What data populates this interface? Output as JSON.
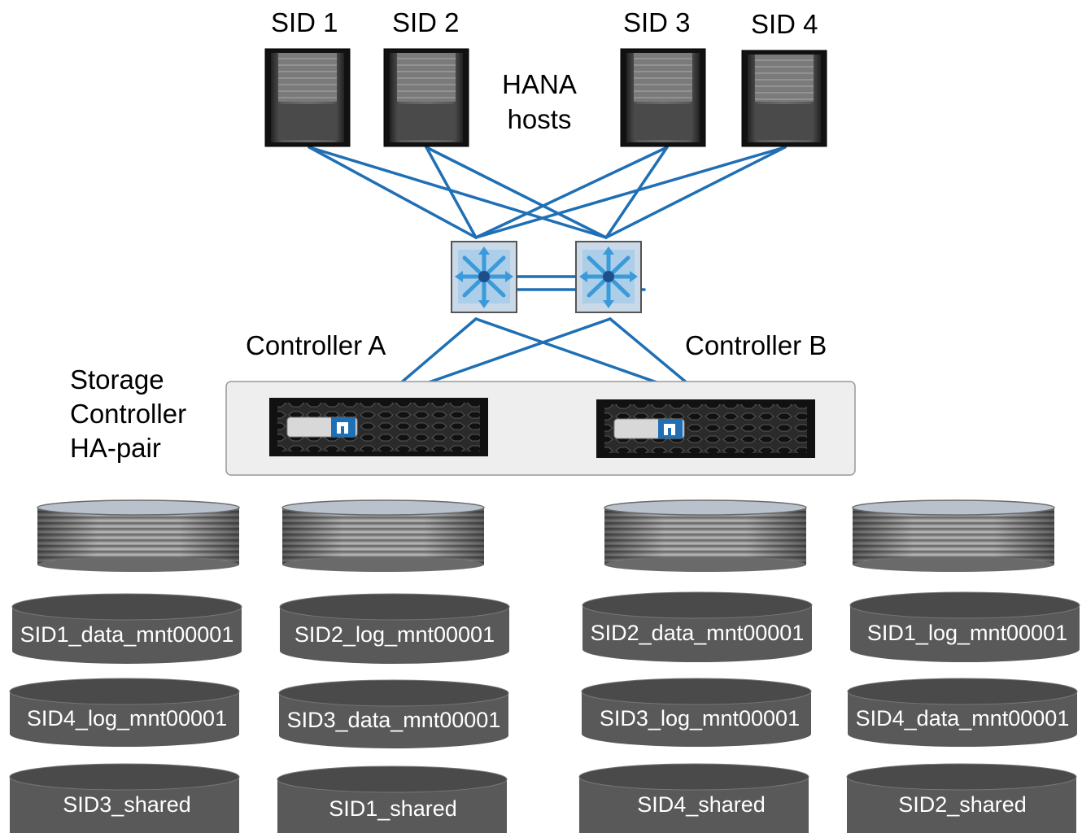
{
  "hosts": {
    "labels": [
      "SID 1",
      "SID 2",
      "SID 3",
      "SID 4"
    ],
    "caption_line1": "HANA",
    "caption_line2": "hosts"
  },
  "controllers": {
    "a_label": "Controller A",
    "b_label": "Controller B"
  },
  "storage": {
    "line1": "Storage",
    "line2": "Controller",
    "line3": "HA-pair"
  },
  "volumes": {
    "row1": [
      "SID1_data_mnt00001",
      "SID2_log_mnt00001",
      "SID2_data_mnt00001",
      "SID1_log_mnt00001"
    ],
    "row2": [
      "SID4_log_mnt00001",
      "SID3_data_mnt00001",
      "SID3_log_mnt00001",
      "SID4_data_mnt00001"
    ],
    "row3": [
      "SID3_shared",
      "SID1_shared",
      "SID4_shared",
      "SID2_shared"
    ]
  },
  "colors": {
    "link": "#1f6fb5",
    "volume": "#595959",
    "switch_fill": "#c9d9e8",
    "switch_icon": "#3b9ad9",
    "enclosure": "#eeeeee"
  }
}
